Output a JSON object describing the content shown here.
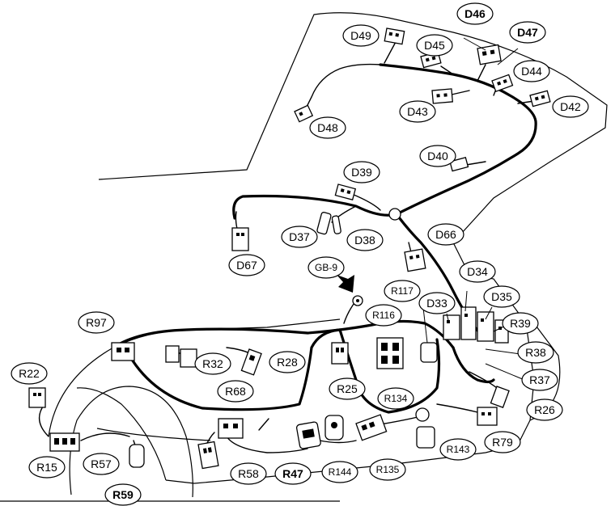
{
  "labels": {
    "D49": "D49",
    "D45": "D45",
    "D46": "D46",
    "D47": "D47",
    "D44": "D44",
    "D43": "D43",
    "D42": "D42",
    "D48": "D48",
    "D40": "D40",
    "D39": "D39",
    "D37": "D37",
    "D38": "D38",
    "D66": "D66",
    "D67": "D67",
    "GB9": "GB-9",
    "D34": "D34",
    "D33": "D33",
    "D35": "D35",
    "R117": "R117",
    "R116": "R116",
    "R39": "R39",
    "R38": "R38",
    "R37": "R37",
    "R26": "R26",
    "R97": "R97",
    "R32": "R32",
    "R28": "R28",
    "R22": "R22",
    "R25": "R25",
    "R68": "R68",
    "R134": "R134",
    "R143": "R143",
    "R79": "R79",
    "R15": "R15",
    "R57": "R57",
    "R59": "R59",
    "R58": "R58",
    "R47": "R47",
    "R144": "R144",
    "R135": "R135"
  },
  "icons": {
    "arrow": "pointer-arrow-icon",
    "ground": "ground-terminal-icon"
  }
}
